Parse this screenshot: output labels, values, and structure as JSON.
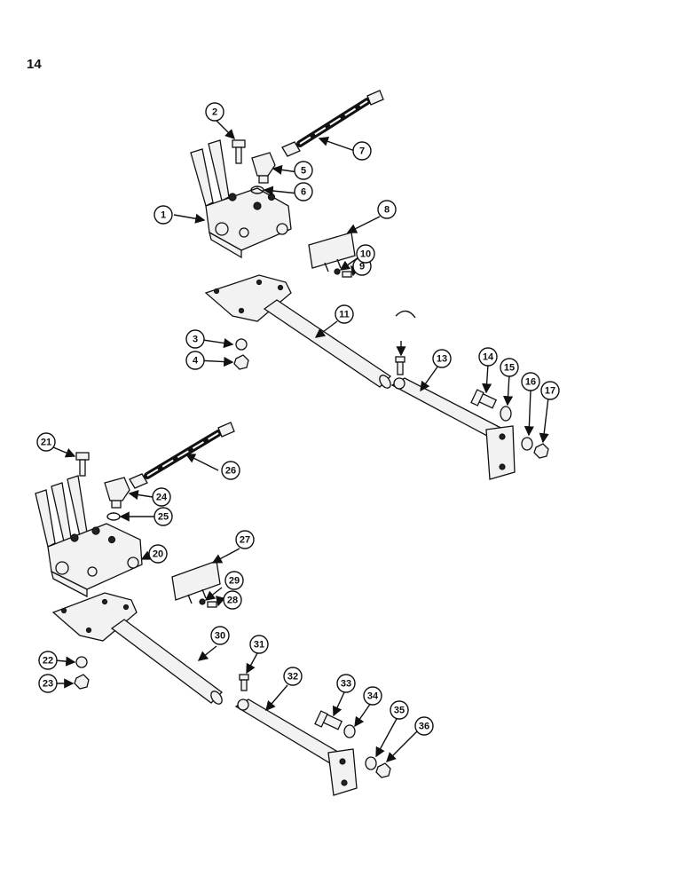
{
  "page_number": "14",
  "callouts": [
    "1",
    "2",
    "3",
    "4",
    "5",
    "6",
    "7",
    "8",
    "9",
    "10",
    "11",
    "13",
    "14",
    "15",
    "16",
    "17",
    "20",
    "21",
    "22",
    "23",
    "24",
    "25",
    "26",
    "27",
    "28",
    "29",
    "30",
    "31",
    "32",
    "33",
    "34",
    "35",
    "36"
  ]
}
